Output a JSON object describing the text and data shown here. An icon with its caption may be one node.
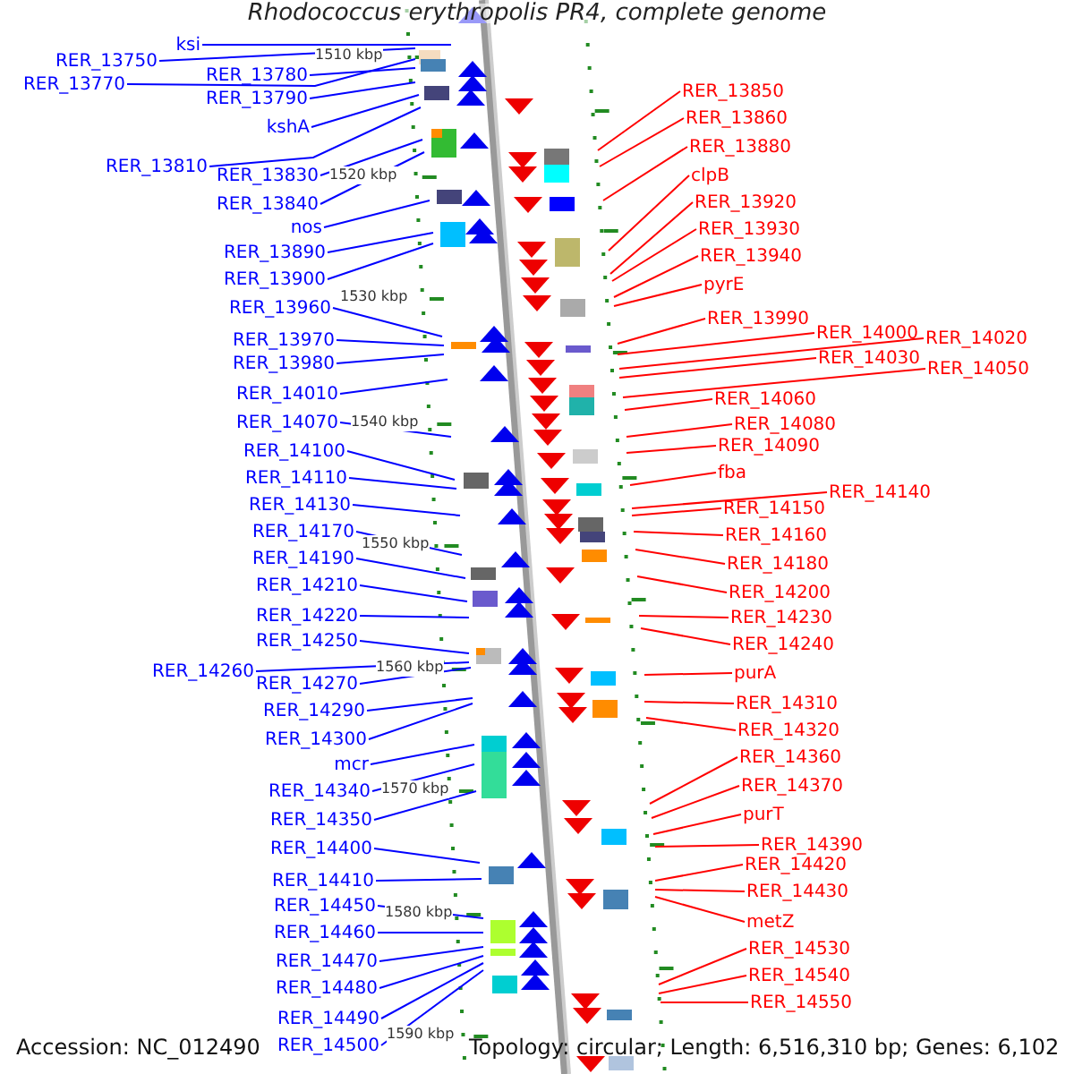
{
  "diagram": {
    "title": "Rhodococcus erythropolis PR4, complete genome",
    "nodes": [
      {
        "text": [
          "ksi"
        ]
      },
      {
        "text": [
          "RER_13750"
        ]
      },
      {
        "text": [
          "RER_13770"
        ]
      },
      {
        "text": [
          "RER_13780"
        ]
      },
      {
        "text": [
          "RER_13790"
        ]
      },
      {
        "text": [
          "kshA"
        ]
      },
      {
        "text": [
          "RER_13810"
        ]
      },
      {
        "text": [
          "RER_13830"
        ]
      },
      {
        "text": [
          "RER_13840"
        ]
      },
      {
        "text": [
          "nos"
        ]
      },
      {
        "text": [
          "RER_13890"
        ]
      },
      {
        "text": [
          "RER_13900"
        ]
      },
      {
        "text": [
          "RER_13960"
        ]
      },
      {
        "text": [
          "RER_13970"
        ]
      },
      {
        "text": [
          "RER_13980"
        ]
      },
      {
        "text": [
          "RER_14010"
        ]
      },
      {
        "text": [
          "RER_14070"
        ]
      },
      {
        "text": [
          "RER_14100"
        ]
      },
      {
        "text": [
          "RER_14110"
        ]
      },
      {
        "text": [
          "RER_14130"
        ]
      },
      {
        "text": [
          "RER_14170"
        ]
      },
      {
        "text": [
          "RER_14190"
        ]
      },
      {
        "text": [
          "RER_14210"
        ]
      },
      {
        "text": [
          "RER_14220"
        ]
      },
      {
        "text": [
          "RER_14250"
        ]
      },
      {
        "text": [
          "RER_14260"
        ]
      },
      {
        "text": [
          "RER_14270"
        ]
      },
      {
        "text": [
          "RER_14290"
        ]
      },
      {
        "text": [
          "RER_14300"
        ]
      },
      {
        "text": [
          "mcr"
        ]
      },
      {
        "text": [
          "RER_14340"
        ]
      },
      {
        "text": [
          "RER_14350"
        ]
      },
      {
        "text": [
          "RER_14400"
        ]
      },
      {
        "text": [
          "RER_14410"
        ]
      },
      {
        "text": [
          "RER_14450"
        ]
      },
      {
        "text": [
          "RER_14460"
        ]
      },
      {
        "text": [
          "RER_14470"
        ]
      },
      {
        "text": [
          "RER_14480"
        ]
      },
      {
        "text": [
          "RER_14490"
        ]
      },
      {
        "text": [
          "RER_14500"
        ]
      },
      {
        "text": [
          "RER_13850"
        ]
      },
      {
        "text": [
          "RER_13860"
        ]
      },
      {
        "text": [
          "RER_13880"
        ]
      },
      {
        "text": [
          "clpB"
        ]
      },
      {
        "text": [
          "RER_13920"
        ]
      },
      {
        "text": [
          "RER_13930"
        ]
      },
      {
        "text": [
          "RER_13940"
        ]
      },
      {
        "text": [
          "pyrE"
        ]
      },
      {
        "text": [
          "RER_13990"
        ]
      },
      {
        "text": [
          "RER_14000"
        ]
      },
      {
        "text": [
          "RER_14020"
        ]
      },
      {
        "text": [
          "RER_14030"
        ]
      },
      {
        "text": [
          "RER_14050"
        ]
      },
      {
        "text": [
          "RER_14060"
        ]
      },
      {
        "text": [
          "RER_14080"
        ]
      },
      {
        "text": [
          "RER_14090"
        ]
      },
      {
        "text": [
          "fba"
        ]
      },
      {
        "text": [
          "RER_14140"
        ]
      },
      {
        "text": [
          "RER_14150"
        ]
      },
      {
        "text": [
          "RER_14160"
        ]
      },
      {
        "text": [
          "RER_14180"
        ]
      },
      {
        "text": [
          "RER_14200"
        ]
      },
      {
        "text": [
          "RER_14230"
        ]
      },
      {
        "text": [
          "RER_14240"
        ]
      },
      {
        "text": [
          "purA"
        ]
      },
      {
        "text": [
          "RER_14310"
        ]
      },
      {
        "text": [
          "RER_14320"
        ]
      },
      {
        "text": [
          "RER_14360"
        ]
      },
      {
        "text": [
          "RER_14370"
        ]
      },
      {
        "text": [
          "purT"
        ]
      },
      {
        "text": [
          "RER_14390"
        ]
      },
      {
        "text": [
          "RER_14420"
        ]
      },
      {
        "text": [
          "RER_14430"
        ]
      },
      {
        "text": [
          "metZ"
        ]
      },
      {
        "text": [
          "RER_14530"
        ]
      },
      {
        "text": [
          "RER_14540"
        ]
      },
      {
        "text": [
          "RER_14550"
        ]
      }
    ],
    "edges": [
      {
        "from": 0,
        "to": null,
        "arrow": "none"
      },
      {
        "from": 1,
        "to": null,
        "arrow": "none"
      },
      {
        "from": 2,
        "to": null,
        "arrow": "none"
      },
      {
        "from": 3,
        "to": null,
        "arrow": "none"
      },
      {
        "from": 4,
        "to": null,
        "arrow": "none"
      },
      {
        "from": 5,
        "to": null,
        "arrow": "none"
      },
      {
        "from": 6,
        "to": null,
        "arrow": "none"
      },
      {
        "from": 7,
        "to": null,
        "arrow": "none"
      },
      {
        "from": 8,
        "to": null,
        "arrow": "none"
      },
      {
        "from": 9,
        "to": null,
        "arrow": "none"
      },
      {
        "from": 10,
        "to": null,
        "arrow": "none"
      },
      {
        "from": 11,
        "to": null,
        "arrow": "none"
      },
      {
        "from": 12,
        "to": null,
        "arrow": "none"
      },
      {
        "from": 13,
        "to": null,
        "arrow": "none"
      },
      {
        "from": 14,
        "to": null,
        "arrow": "none"
      },
      {
        "from": 15,
        "to": null,
        "arrow": "none"
      },
      {
        "from": 16,
        "to": null,
        "arrow": "none"
      },
      {
        "from": 17,
        "to": null,
        "arrow": "none"
      },
      {
        "from": 18,
        "to": null,
        "arrow": "none"
      },
      {
        "from": 19,
        "to": null,
        "arrow": "none"
      },
      {
        "from": 20,
        "to": null,
        "arrow": "none"
      },
      {
        "from": 21,
        "to": null,
        "arrow": "none"
      },
      {
        "from": 22,
        "to": null,
        "arrow": "none"
      },
      {
        "from": 23,
        "to": null,
        "arrow": "none"
      },
      {
        "from": 24,
        "to": null,
        "arrow": "none"
      },
      {
        "from": 25,
        "to": null,
        "arrow": "none"
      },
      {
        "from": 26,
        "to": null,
        "arrow": "none"
      },
      {
        "from": 27,
        "to": null,
        "arrow": "none"
      },
      {
        "from": 28,
        "to": null,
        "arrow": "none"
      },
      {
        "from": 29,
        "to": null,
        "arrow": "none"
      },
      {
        "from": 30,
        "to": null,
        "arrow": "none"
      },
      {
        "from": 31,
        "to": null,
        "arrow": "none"
      },
      {
        "from": 32,
        "to": null,
        "arrow": "none"
      },
      {
        "from": 33,
        "to": null,
        "arrow": "none"
      },
      {
        "from": 34,
        "to": null,
        "arrow": "none"
      },
      {
        "from": 35,
        "to": null,
        "arrow": "none"
      },
      {
        "from": 36,
        "to": null,
        "arrow": "none"
      },
      {
        "from": 37,
        "to": null,
        "arrow": "none"
      },
      {
        "from": 38,
        "to": null,
        "arrow": "none"
      },
      {
        "from": 39,
        "to": null,
        "arrow": "none"
      },
      {
        "from": 40,
        "to": null,
        "arrow": "none",
        "color": "#ff0000"
      },
      {
        "from": 41,
        "to": null,
        "arrow": "none",
        "color": "#ff0000"
      },
      {
        "from": 42,
        "to": null,
        "arrow": "none",
        "color": "#ff0000"
      },
      {
        "from": 43,
        "to": null,
        "arrow": "none",
        "color": "#ff0000"
      },
      {
        "from": 44,
        "to": null,
        "arrow": "none",
        "color": "#ff0000"
      },
      {
        "from": 45,
        "to": null,
        "arrow": "none",
        "color": "#ff0000"
      },
      {
        "from": 46,
        "to": null,
        "arrow": "none",
        "color": "#ff0000"
      },
      {
        "from": 47,
        "to": null,
        "arrow": "none",
        "color": "#ff0000"
      },
      {
        "from": 48,
        "to": null,
        "arrow": "none",
        "color": "#ff0000"
      },
      {
        "from": 49,
        "to": null,
        "arrow": "none",
        "color": "#ff0000"
      },
      {
        "from": 50,
        "to": null,
        "arrow": "none",
        "color": "#ff0000"
      },
      {
        "from": 51,
        "to": null,
        "arrow": "none",
        "color": "#ff0000"
      },
      {
        "from": 52,
        "to": null,
        "arrow": "none",
        "color": "#ff0000"
      },
      {
        "from": 53,
        "to": null,
        "arrow": "none",
        "color": "#ff0000"
      },
      {
        "from": 54,
        "to": null,
        "arrow": "none",
        "color": "#ff0000"
      },
      {
        "from": 55,
        "to": null,
        "arrow": "none",
        "color": "#ff0000"
      },
      {
        "from": 56,
        "to": null,
        "arrow": "none",
        "color": "#ff0000"
      },
      {
        "from": 57,
        "to": null,
        "arrow": "none",
        "color": "#ff0000"
      },
      {
        "from": 58,
        "to": null,
        "arrow": "none",
        "color": "#ff0000"
      },
      {
        "from": 59,
        "to": null,
        "arrow": "none",
        "color": "#ff0000"
      },
      {
        "from": 60,
        "to": null,
        "arrow": "none",
        "color": "#ff0000"
      },
      {
        "from": 61,
        "to": null,
        "arrow": "none",
        "color": "#ff0000"
      },
      {
        "from": 62,
        "to": null,
        "arrow": "none",
        "color": "#ff0000"
      },
      {
        "from": 63,
        "to": null,
        "arrow": "none",
        "color": "#ff0000"
      },
      {
        "from": 64,
        "to": null,
        "arrow": "none",
        "color": "#ff0000"
      },
      {
        "from": 65,
        "to": null,
        "arrow": "none",
        "color": "#ff0000"
      },
      {
        "from": 66,
        "to": null,
        "arrow": "none",
        "color": "#ff0000"
      },
      {
        "from": 67,
        "to": null,
        "arrow": "none",
        "color": "#ff0000"
      },
      {
        "from": 68,
        "to": null,
        "arrow": "none",
        "color": "#ff0000"
      },
      {
        "from": 69,
        "to": null,
        "arrow": "none",
        "color": "#ff0000"
      },
      {
        "from": 70,
        "to": null,
        "arrow": "none",
        "color": "#ff0000"
      },
      {
        "from": 71,
        "to": null,
        "arrow": "none",
        "color": "#ff0000"
      },
      {
        "from": 72,
        "to": null,
        "arrow": "none",
        "color": "#ff0000"
      },
      {
        "from": 73,
        "to": null,
        "arrow": "none",
        "color": "#ff0000"
      },
      {
        "from": 74,
        "to": null,
        "arrow": "none",
        "color": "#ff0000"
      },
      {
        "from": 75,
        "to": null,
        "arrow": "none",
        "color": "#ff0000"
      },
      {
        "from": 76,
        "to": null,
        "arrow": "none",
        "color": "#ff0000"
      }
    ],
    "labels": [
      "1510 kbp",
      "1520 kbp",
      "1530 kbp",
      "1540 kbp",
      "1550 kbp",
      "1560 kbp",
      "1570 kbp",
      "1580 kbp",
      "1590 kbp",
      "Accession: NC_012490",
      "Topology: circular; Length: 6,516,310 bp; Genes: 6,102"
    ]
  }
}
